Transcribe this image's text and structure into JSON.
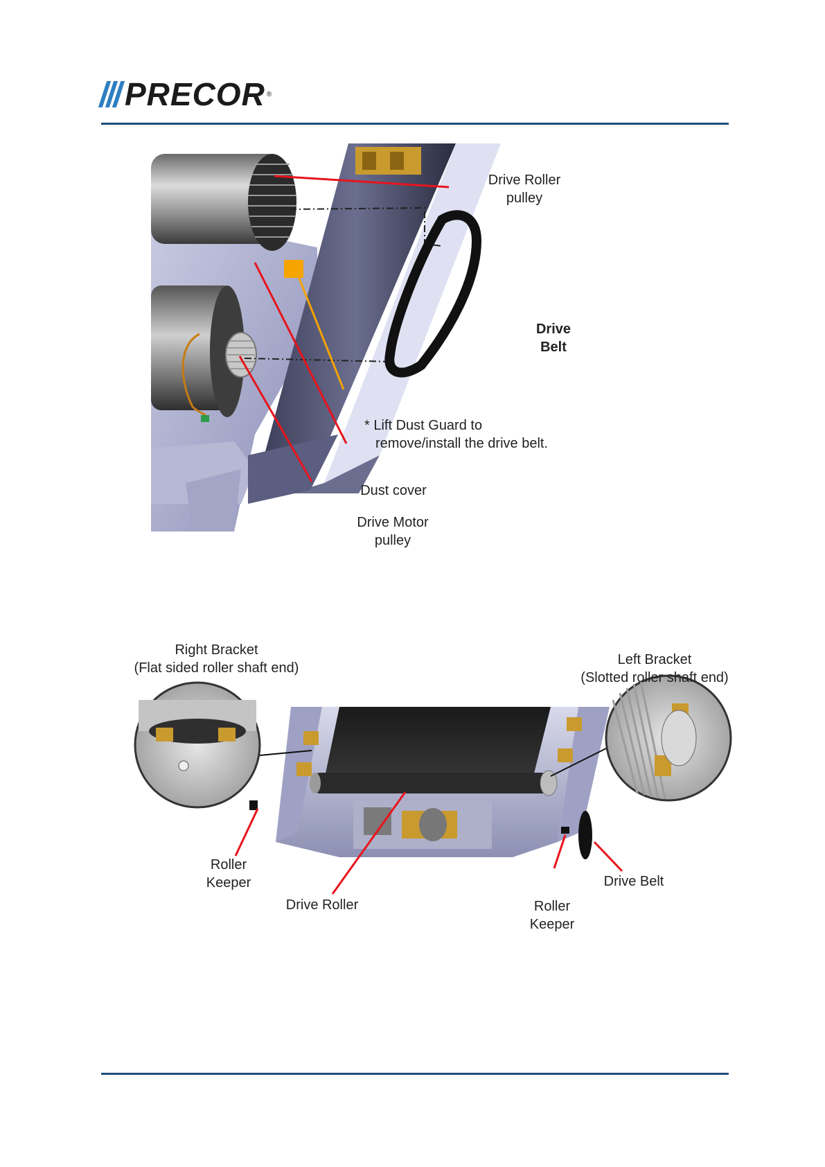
{
  "header": {
    "logo_text": "PRECOR",
    "logo_mark": "®"
  },
  "figure1": {
    "labels": {
      "drive_roller_pulley_1": "Drive Roller",
      "drive_roller_pulley_2": "pulley",
      "drive_belt_1": "Drive",
      "drive_belt_2": "Belt",
      "dust_guard_1": "* Lift Dust Guard to",
      "dust_guard_2": "remove/install the drive belt.",
      "dust_cover": "Dust cover",
      "motor_pulley_1": "Drive Motor",
      "motor_pulley_2": "pulley"
    }
  },
  "figure2": {
    "labels": {
      "right_bracket_1": "Right Bracket",
      "right_bracket_2": "(Flat sided roller shaft end)",
      "left_bracket_1": "Left Bracket",
      "left_bracket_2": "(Slotted roller shaft end)",
      "roller_keeper_left_1": "Roller",
      "roller_keeper_left_2": "Keeper",
      "drive_roller": "Drive Roller",
      "roller_keeper_right_1": "Roller",
      "roller_keeper_right_2": "Keeper",
      "drive_belt": "Drive Belt"
    }
  },
  "colors": {
    "rule": "#1f4e79",
    "logo_stripes": "#2e7fc1",
    "callout_red": "#e8141c",
    "callout_orange": "#f5a400"
  }
}
